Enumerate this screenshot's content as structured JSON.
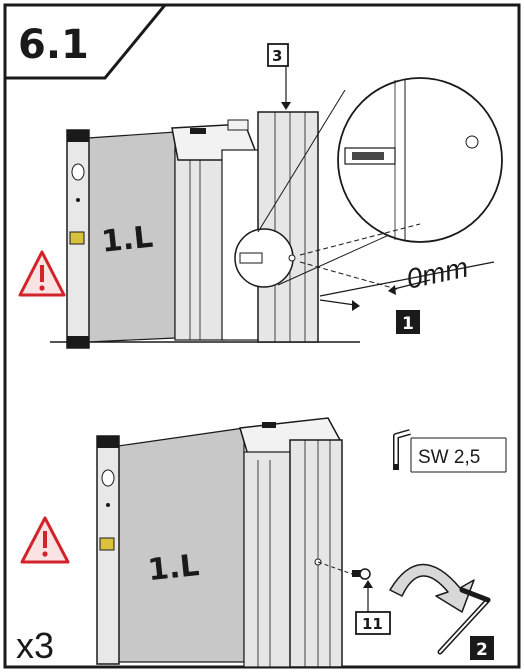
{
  "step_number": "6.1",
  "panel_top": {
    "part_label_3": "3",
    "panel_label": "1.L",
    "gap_label": "0mm",
    "step_badge": "1"
  },
  "panel_bottom": {
    "panel_label": "1.L",
    "tool_label": "SW 2,5",
    "part_label_11": "11",
    "step_badge": "2",
    "repeat_label": "x3"
  },
  "colors": {
    "frame": "#1a1a1a",
    "glass": "#c8c8c8",
    "profile": "#e6e6e6",
    "warning_red": "#d2232a",
    "badge_bg": "#1a1a1a",
    "badge_text": "#ffffff"
  },
  "icons": [
    "warning-triangle-icon",
    "allen-key-icon",
    "rotation-arrow-icon",
    "screw-icon",
    "spirit-level-icon"
  ]
}
